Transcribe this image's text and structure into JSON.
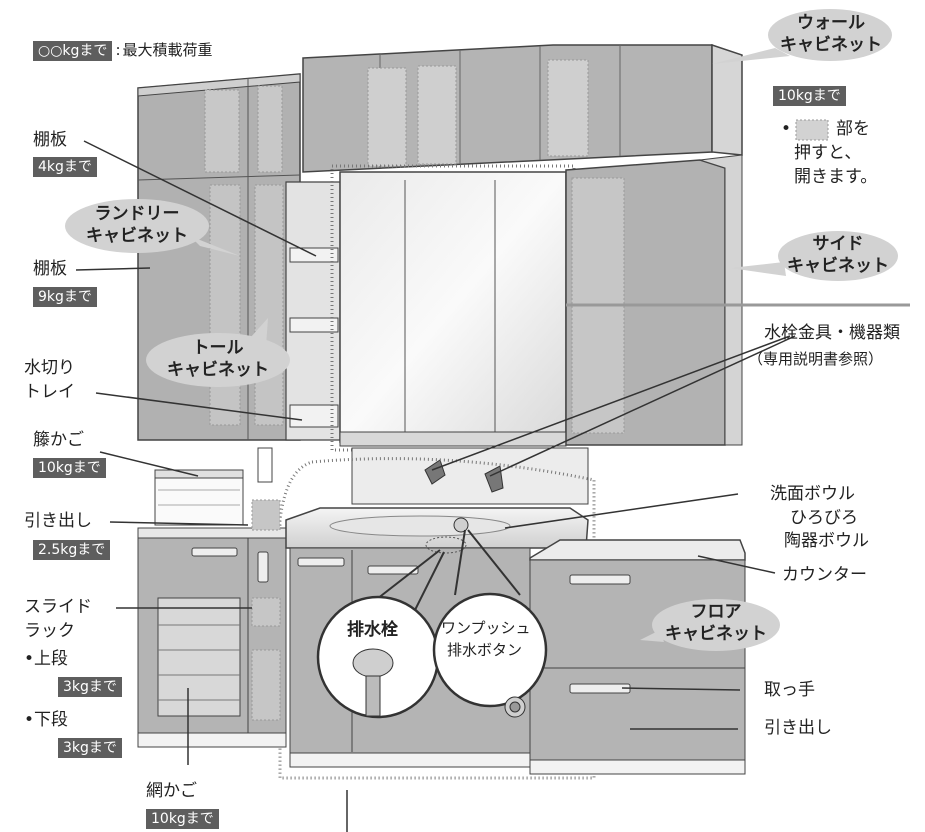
{
  "legend": {
    "tag": "○○kgまで",
    "separator": ":",
    "text": "最大積載荷重"
  },
  "bubbles": {
    "wall_cabinet": [
      "ウォール",
      "キャビネット"
    ],
    "laundry_cabinet": [
      "ランドリー",
      "キャビネット"
    ],
    "tall_cabinet": [
      "トール",
      "キャビネット"
    ],
    "side_cabinet": [
      "サイド",
      "キャビネット"
    ],
    "floor_cabinet": [
      "フロア",
      "キャビネット"
    ]
  },
  "wall_note": {
    "tag": "10kgまで",
    "press_suffix": "部を",
    "line2": "押すと、",
    "line3": "開きます。"
  },
  "left_labels": {
    "shelf_top": {
      "label": "棚板",
      "tag": "4kgまで"
    },
    "shelf_mid": {
      "label": "棚板",
      "tag": "9kgまで"
    },
    "drain_tray": [
      "水切り",
      "トレイ"
    ],
    "rattan_basket": {
      "label": "籐かご",
      "tag": "10kgまで"
    },
    "drawer": {
      "label": "引き出し",
      "tag": "2.5kgまで"
    },
    "slide_rack": {
      "label": [
        "スライド",
        "ラック"
      ],
      "upper": "•上段",
      "upper_tag": "3kgまで",
      "lower": "•下段",
      "lower_tag": "3kgまで"
    },
    "mesh_basket": {
      "label": "網かご",
      "tag": "10kgまで"
    }
  },
  "right_labels": {
    "faucet": [
      "水栓金具・機器類",
      "（専用説明書参照）"
    ],
    "bowl": [
      "洗面ボウル",
      "ひろびろ",
      "陶器ボウル"
    ],
    "counter": "カウンター",
    "handle": "取っ手",
    "drawer": "引き出し"
  },
  "callouts": {
    "drain_plug": "排水栓",
    "push_button": [
      "ワンプッシュ",
      "排水ボタン"
    ]
  }
}
